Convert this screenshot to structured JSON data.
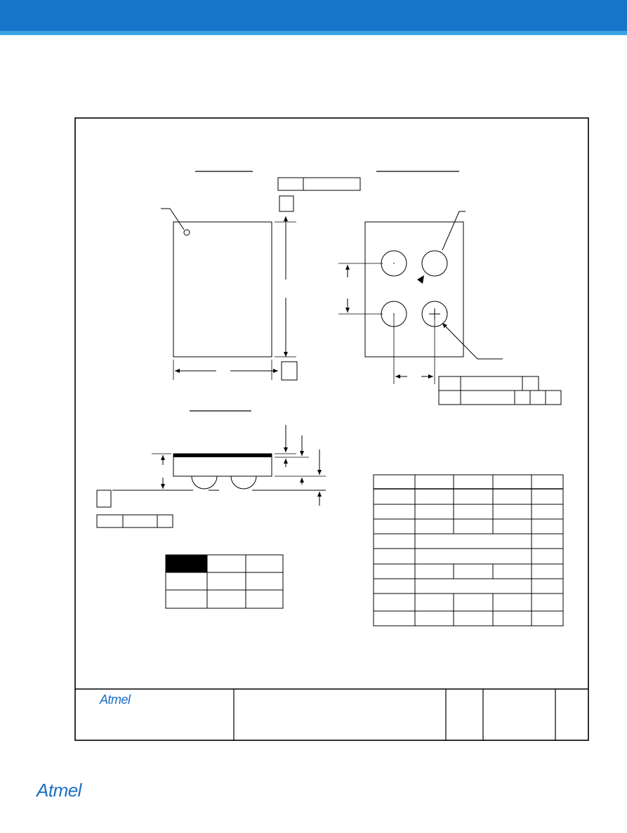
{
  "brand": {
    "name": "Atmel",
    "header_color": "#1675C8",
    "header_stripe_color": "#3EA3E6",
    "logo_color": "#1a6fc4"
  },
  "title_block": {
    "company_logo": "Atmel"
  },
  "footer": {
    "logo": "Atmel"
  }
}
